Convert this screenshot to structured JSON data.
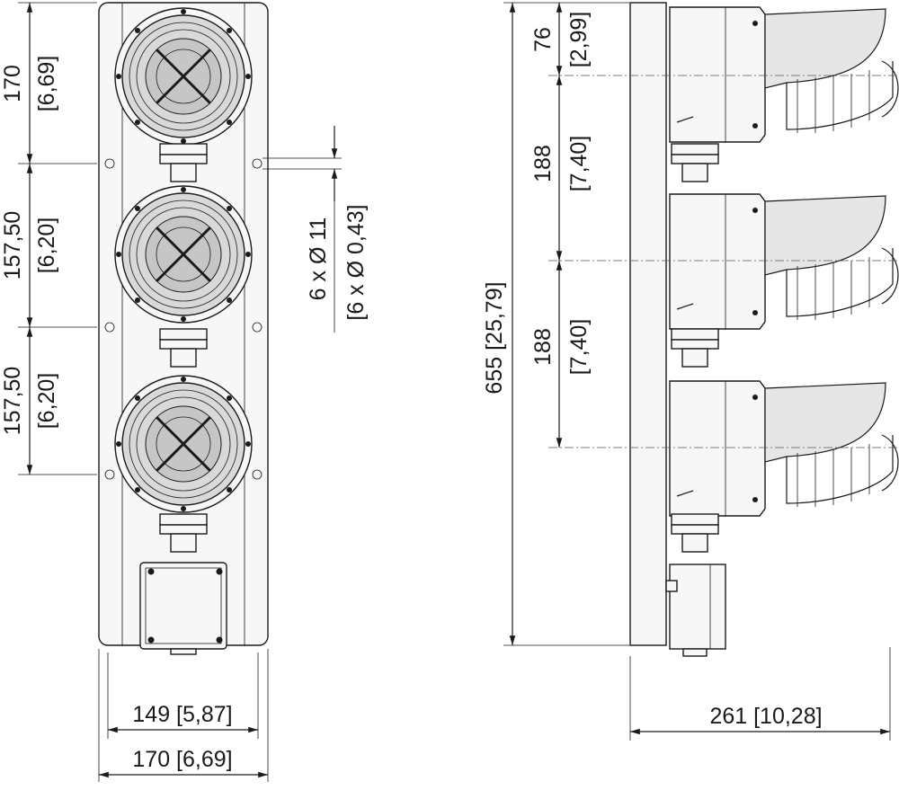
{
  "front_view": {
    "dims_vertical": [
      {
        "value": "170",
        "imperial": "[6,69]"
      },
      {
        "value": "157,50",
        "imperial": "[6,20]"
      },
      {
        "value": "157,50",
        "imperial": "[6,20]"
      }
    ],
    "hole_note": {
      "metric": "6 x Ø 11",
      "imperial": "[6 x Ø 0,43]"
    },
    "width_inner": "149 [5,87]",
    "width_outer": "170 [6,69]"
  },
  "side_view": {
    "dims_vertical": [
      {
        "value": "76",
        "imperial": "[2,99]"
      },
      {
        "value": "188",
        "imperial": "[7,40]"
      },
      {
        "value": "188",
        "imperial": "[7,40]"
      }
    ],
    "total_height": "655 [25,79]",
    "depth": "261 [10,28]"
  }
}
